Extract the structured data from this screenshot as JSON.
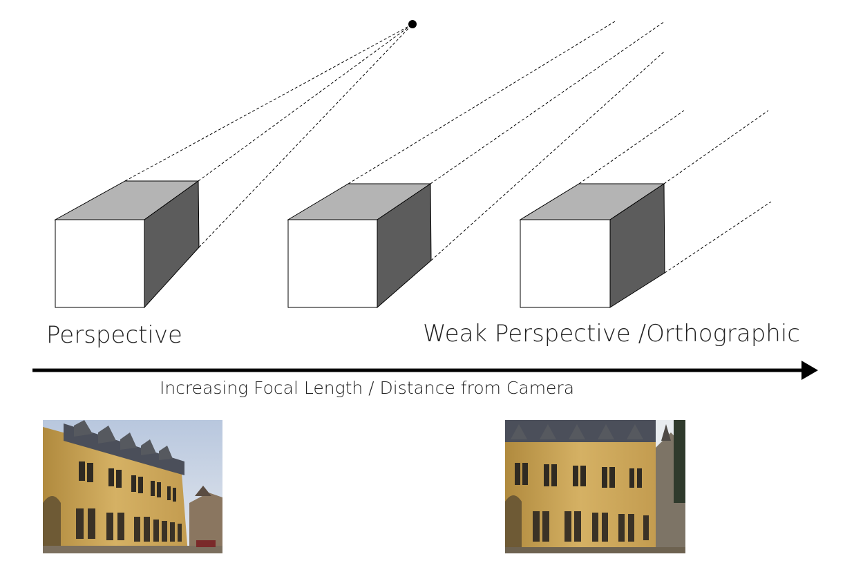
{
  "labels": {
    "perspective": "Perspective",
    "weak_perspective": "Weak Perspective /Orthographic",
    "axis": "Increasing Focal Length / Distance from Camera"
  },
  "colors": {
    "box_front": "#ffffff",
    "box_top": "#b4b4b4",
    "box_side": "#5c5c5c",
    "outline": "#000000",
    "arrow": "#000000",
    "stone": "#c9a24e",
    "roof": "#4b4f5a",
    "sky": "#c9d6e6",
    "window": "#2f2a22"
  },
  "photos": [
    {
      "name": "building-photo-perspective",
      "view": "perspective"
    },
    {
      "name": "building-photo-weak-perspective",
      "view": "weak-perspective"
    }
  ]
}
